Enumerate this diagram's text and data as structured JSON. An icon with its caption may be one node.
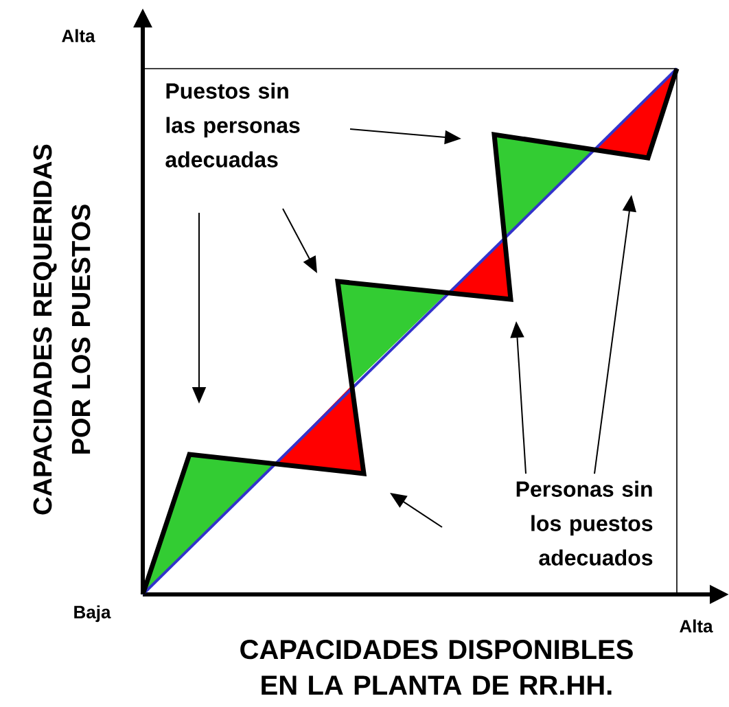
{
  "diagram": {
    "nodes": [
      {
        "text": [
          "Puestos sin las personas adecuadas"
        ]
      },
      {
        "text": [
          "Personas sin los puestos adecuados"
        ]
      },
      {
        "text": [],
        "shape": "triangle"
      },
      {
        "text": [],
        "shape": "triangle"
      },
      {
        "text": [],
        "shape": "triangle"
      },
      {
        "text": [],
        "shape": "triangle"
      },
      {
        "text": [],
        "shape": "triangle"
      },
      {
        "text": [],
        "shape": "triangle"
      }
    ],
    "edges": [
      {
        "from": 0,
        "to": 6,
        "arrow": "to"
      },
      {
        "from": 0,
        "to": 4,
        "arrow": "to"
      },
      {
        "from": 0,
        "to": 2,
        "arrow": "to"
      },
      {
        "from": 1,
        "to": 3,
        "arrow": "to"
      },
      {
        "from": 1,
        "to": 5,
        "arrow": "to"
      },
      {
        "from": 1,
        "to": 7,
        "arrow": "to"
      }
    ],
    "labels": [
      "Alta",
      "CAPACIDADES REQUERIDAS POR LOS PUESTOS",
      "Baja",
      "Alta",
      "CAPACIDADES DISPONIBLES EN LA PLANTA DE  RR.HH."
    ]
  }
}
